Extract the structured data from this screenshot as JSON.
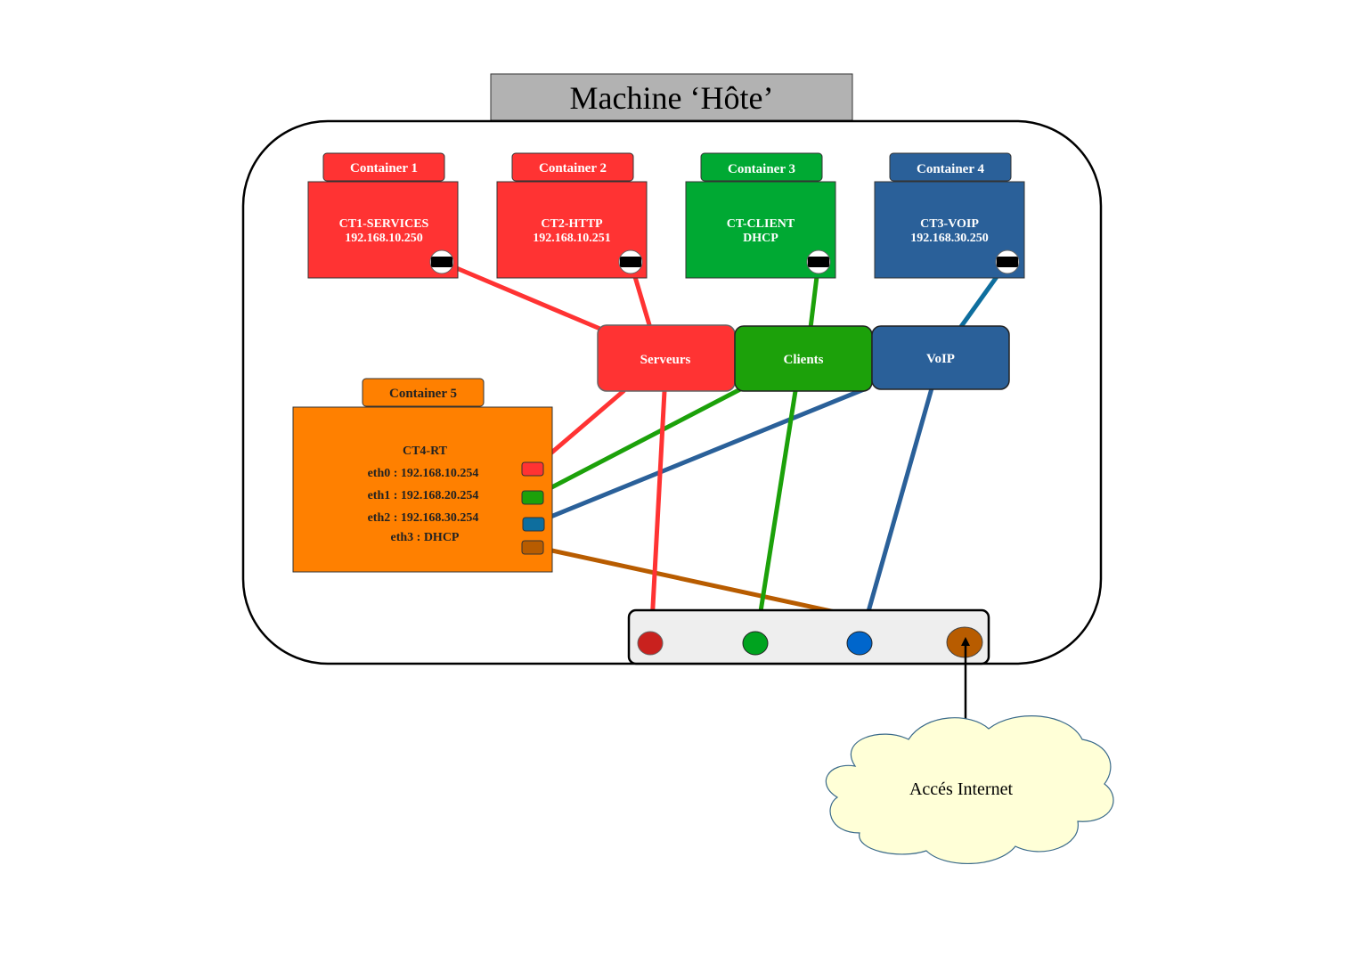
{
  "host": {
    "title": "Machine ‘Hôte’"
  },
  "colors": {
    "red": "#ff3333",
    "green": "#00a933",
    "green_switch": "#1ca10a",
    "blue": "#2a6099",
    "orange": "#ff8000",
    "brown": "#b85c00",
    "host_tab": "#b2b2b2",
    "bridge_bg": "#eeeeee",
    "cloud": "#ffffd7"
  },
  "containers": [
    {
      "tab": "Container 1",
      "name": "CT1-SERVICES",
      "detail": "192.168.10.250",
      "network": "Serveurs"
    },
    {
      "tab": "Container 2",
      "name": "CT2-HTTP",
      "detail": "192.168.10.251",
      "network": "Serveurs"
    },
    {
      "tab": "Container 3",
      "name": "CT-CLIENT",
      "detail": "DHCP",
      "network": "Clients"
    },
    {
      "tab": "Container 4",
      "name": "CT3-VOIP",
      "detail": "192.168.30.250",
      "network": "VoIP"
    }
  ],
  "router": {
    "tab": "Container 5",
    "name": "CT4-RT",
    "interfaces": [
      {
        "label": "eth0 : 192.168.10.254",
        "network": "Serveurs"
      },
      {
        "label": "eth1 : 192.168.20.254",
        "network": "Clients"
      },
      {
        "label": "eth2 : 192.168.30.254",
        "network": "VoIP"
      },
      {
        "label": "eth3 : DHCP",
        "network": "Internet"
      }
    ]
  },
  "switches": [
    {
      "label": "Serveurs"
    },
    {
      "label": "Clients"
    },
    {
      "label": "VoIP"
    }
  ],
  "internet": {
    "label": "Accés Internet"
  }
}
